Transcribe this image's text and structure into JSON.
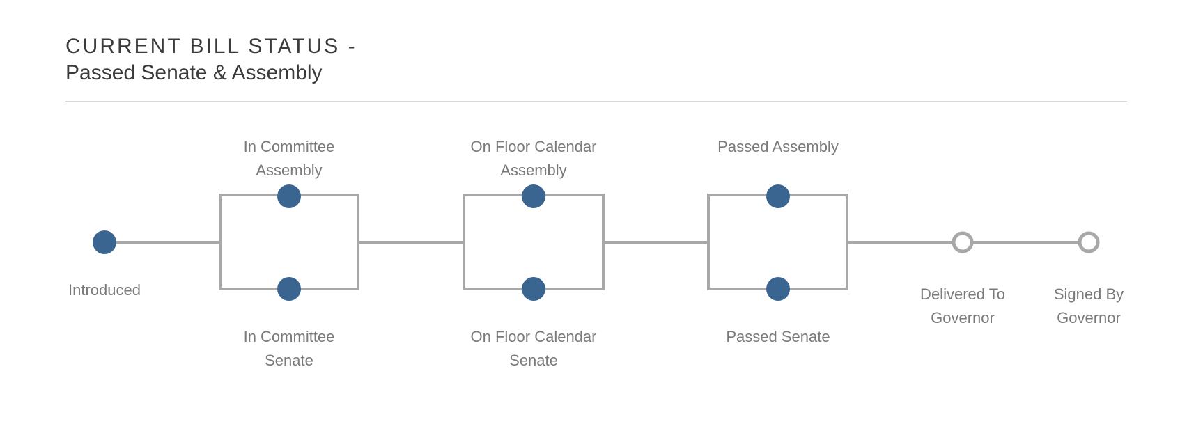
{
  "header": {
    "title_line1": "CURRENT BILL STATUS -",
    "title_line2": "Passed Senate & Assembly"
  },
  "colors": {
    "completed": "#3a6590",
    "pending_stroke": "#a8a8a8",
    "connector": "#a8a8a8",
    "title": "#3b3b3b",
    "label": "#7a7a7a"
  },
  "stages": {
    "introduced": {
      "label": "Introduced",
      "status": "completed"
    },
    "committee_assembly": {
      "label": "In Committee\nAssembly",
      "status": "completed"
    },
    "committee_senate": {
      "label": "In Committee\nSenate",
      "status": "completed"
    },
    "floor_assembly": {
      "label": "On Floor Calendar\nAssembly",
      "status": "completed"
    },
    "floor_senate": {
      "label": "On Floor Calendar\nSenate",
      "status": "completed"
    },
    "passed_assembly": {
      "label": "Passed Assembly",
      "status": "completed"
    },
    "passed_senate": {
      "label": "Passed Senate",
      "status": "completed"
    },
    "delivered_governor": {
      "label": "Delivered To\nGovernor",
      "status": "pending"
    },
    "signed_governor": {
      "label": "Signed By\nGovernor",
      "status": "pending"
    }
  }
}
